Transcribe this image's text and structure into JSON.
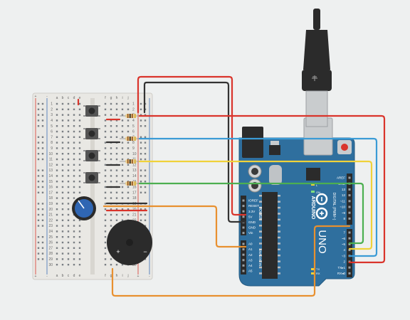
{
  "colors": {
    "background": "#eef0f0",
    "breadboard": "#e9e8e4",
    "arduino": "#2f6f9e",
    "wire_red": "#d9342b",
    "wire_black": "#333333",
    "wire_blue": "#3a9bd6",
    "wire_yellow": "#f0d23a",
    "wire_green": "#4caf50",
    "wire_orange": "#e8902f"
  },
  "breadboard": {
    "col_letters_left": [
      "a",
      "b",
      "c",
      "d",
      "e"
    ],
    "col_letters_right": [
      "f",
      "g",
      "h",
      "i",
      "j"
    ],
    "plus": "+",
    "minus": "-",
    "row_numbers": [
      "1",
      "2",
      "3",
      "4",
      "5",
      "6",
      "7",
      "8",
      "9",
      "10",
      "11",
      "12",
      "13",
      "14",
      "15",
      "16",
      "17",
      "18",
      "19",
      "20",
      "21",
      "22",
      "23",
      "24",
      "25",
      "26",
      "27",
      "28",
      "29",
      "30"
    ]
  },
  "buzzer": {
    "plus": "+",
    "minus": "−"
  },
  "arduino": {
    "brand": "ARDUINO",
    "model": "UNO",
    "power_label": "POWER",
    "analog_label": "ANALOG IN",
    "digital_label": "DIGITAL (PWM~)",
    "on_label": "ON",
    "power_pins": [
      "IOREF",
      "RESET",
      "3.3V",
      "5V",
      "GND",
      "GND",
      "Vin"
    ],
    "analog_pins": [
      "A0",
      "A1",
      "A2",
      "A3",
      "A4",
      "A5"
    ],
    "digital_top_pins": [
      "AREF",
      "GND",
      "13",
      "12",
      "~11",
      "~10",
      "~9",
      "8"
    ],
    "digital_bottom_pins": [
      "7",
      "~6",
      "~5",
      "4",
      "~3",
      "2",
      "TX▸1",
      "RX◂0"
    ],
    "tx_label": "TX",
    "rx_label": "RX",
    "l_label": "L"
  }
}
